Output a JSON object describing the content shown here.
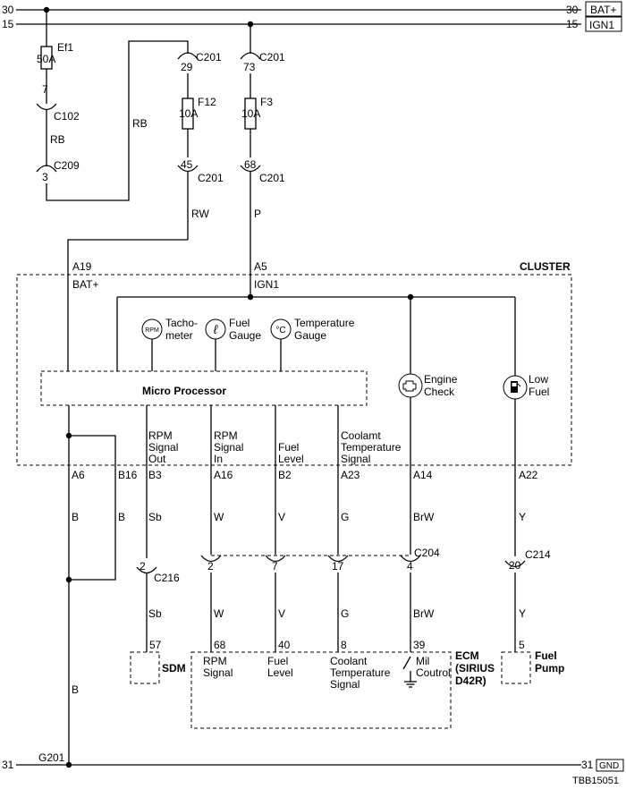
{
  "rails": {
    "bat_left_num": "30",
    "bat_right_num": "30",
    "bat_label": "BAT+",
    "ign_left_num": "15",
    "ign_right_num": "15",
    "ign_label": "IGN1",
    "gnd_left_num": "31",
    "gnd_right_num": "31",
    "gnd_label": "GND",
    "gnd_point": "G201"
  },
  "fuses": {
    "ef1_name": "Ef1",
    "ef1_rating": "50A",
    "f12_name": "F12",
    "f12_rating": "10A",
    "f3_name": "F3",
    "f3_rating": "10A"
  },
  "connectors": {
    "c102_pin": "7",
    "c102": "C102",
    "c209_pin": "3",
    "c209": "C209",
    "c201_pin29": "29",
    "c201_pin45": "45",
    "c201_pin73": "73",
    "c201_pin68": "68",
    "c201": "C201",
    "c216_pin": "2",
    "c216": "C216",
    "c204": "C204",
    "c204_pins": [
      "2",
      "7",
      "17",
      "4"
    ],
    "c214_pin": "20",
    "c214": "C214"
  },
  "wires": {
    "rb": "RB",
    "rw": "RW",
    "p": "P",
    "b": "B",
    "sb": "Sb",
    "w": "W",
    "v": "V",
    "g": "G",
    "brw": "BrW",
    "y": "Y"
  },
  "cluster": {
    "title": "CLUSTER",
    "pin_a19": "A19",
    "label_bat": "BAT+",
    "pin_a5": "A5",
    "label_ign": "IGN1",
    "micro": "Micro Processor",
    "rpm_icon": "RPM",
    "tacho": [
      "Tacho-",
      "meter"
    ],
    "fuel_icon": "ℓ",
    "fuel_gauge": [
      "Fuel",
      "Gauge"
    ],
    "temp_icon": "°C",
    "temp_gauge": [
      "Temperature",
      "Gauge"
    ],
    "engine_check": [
      "Engine",
      "Check"
    ],
    "low_fuel": [
      "Low",
      "Fuel"
    ],
    "sig_rpm_out": [
      "RPM",
      "Signal",
      "Out"
    ],
    "sig_rpm_in": [
      "RPM",
      "Signal",
      "In"
    ],
    "sig_fuel": [
      "Fuel",
      "Level"
    ],
    "sig_coolant": [
      "Coolamt",
      "Temperature",
      "Signal"
    ],
    "pins": [
      "A6",
      "B16",
      "B3",
      "A16",
      "B2",
      "A23",
      "A14",
      "A22"
    ]
  },
  "sdm": {
    "pin": "57",
    "label": "SDM"
  },
  "ecm": {
    "pins": [
      "68",
      "40",
      "8",
      "39"
    ],
    "rpm": [
      "RPM",
      "Signal"
    ],
    "fuel": [
      "Fuel",
      "Level"
    ],
    "coolant": [
      "Coolant",
      "Temperature",
      "Signal"
    ],
    "mil": [
      "Mil",
      "Coutrol"
    ],
    "label": [
      "ECM",
      "(SIRIUS",
      "D42R)"
    ]
  },
  "fuel_pump": {
    "pin": "5",
    "label": [
      "Fuel",
      "Pump"
    ]
  },
  "doc_id": "TBB15051"
}
